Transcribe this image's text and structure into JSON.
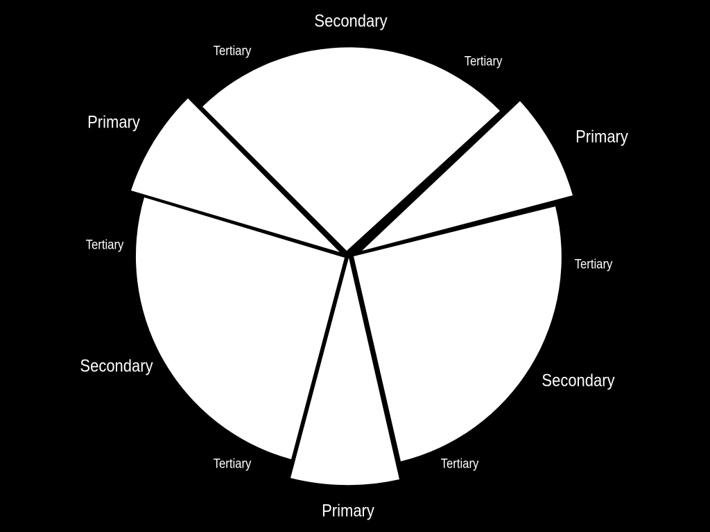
{
  "diagram": {
    "background_color": "#000000",
    "wedge_color": "#ffffff",
    "labels": {
      "secondary_top": "Secondary",
      "tertiary_top_left": "Tertiary",
      "tertiary_top_right": "Tertiary",
      "primary_left": "Primary",
      "primary_right": "Primary",
      "tertiary_left": "Tertiary",
      "tertiary_right": "Tertiary",
      "secondary_left": "Secondary",
      "secondary_right": "Secondary",
      "tertiary_bottom_left": "Tertiary",
      "tertiary_bottom_right": "Tertiary",
      "primary_bottom": "Primary"
    }
  }
}
